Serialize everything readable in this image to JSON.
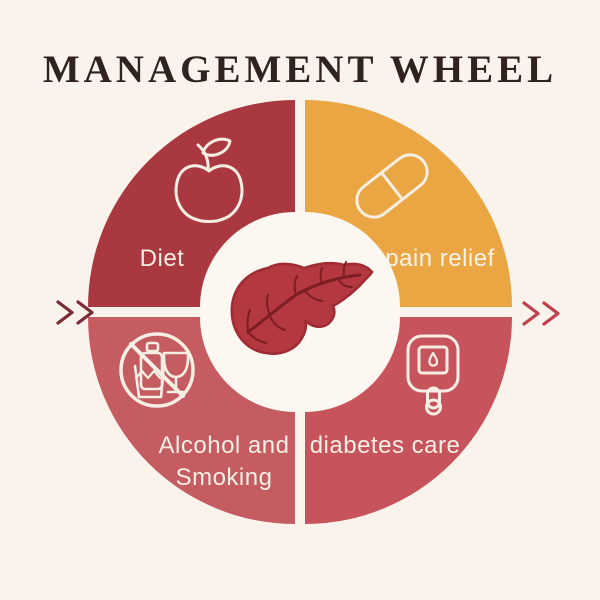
{
  "title": "MANAGEMENT WHEEL",
  "wheel": {
    "center_icon": "pancreas",
    "segments": [
      {
        "id": "diet",
        "position": "top-left",
        "label": "Diet",
        "icon": "apple-icon",
        "color": "#aa3841",
        "text_color": "#f7efe4"
      },
      {
        "id": "pain-relief",
        "position": "top-right",
        "label": "pain relief",
        "icon": "capsule-icon",
        "color": "#e9a642",
        "text_color": "#faf3e9"
      },
      {
        "id": "alcohol-smoking",
        "position": "bottom-left",
        "label_line1": "Alcohol and",
        "label_line2": "Smoking",
        "icon": "no-alcohol-icon",
        "color": "#c45c62",
        "text_color": "#f7efe4"
      },
      {
        "id": "diabetes-care",
        "position": "bottom-right",
        "label": "diabetes care",
        "icon": "glucose-meter-icon",
        "color": "#c7545c",
        "text_color": "#f7efe4"
      }
    ]
  },
  "pancreas": {
    "fill": "#b4383f",
    "outline": "#9e2b33",
    "ducts": "#7c1d24"
  },
  "decor": {
    "left_chevrons_color": "#7c2a33",
    "right_chevrons_color": "#c23e4e"
  },
  "page": {
    "background": "#f9f3eb",
    "center_circle": "#fcf7f0",
    "title_color": "#2f231d",
    "icon_stroke": "#f6eee3"
  }
}
